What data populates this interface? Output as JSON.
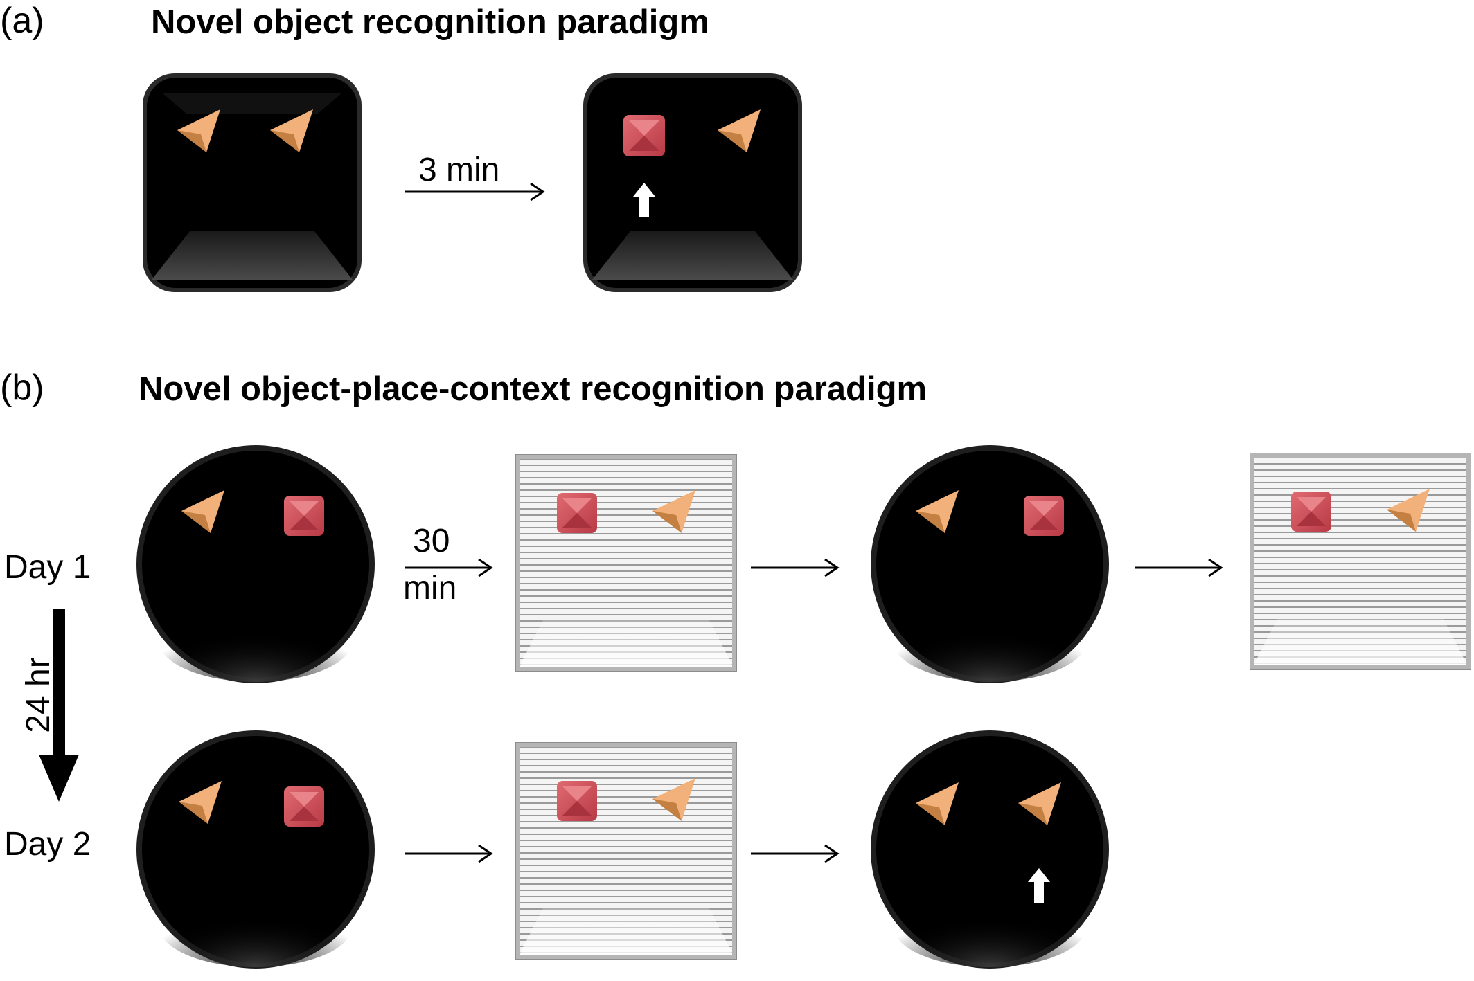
{
  "panel_a": {
    "label": "(a)",
    "title": "Novel object recognition paradigm",
    "interval_label": "3 min"
  },
  "panel_b": {
    "label": "(b)",
    "title": "Novel object-place-context recognition paradigm",
    "interval_label_line1": "30",
    "interval_label_line2": "min",
    "day1_label": "Day 1",
    "day2_label": "Day 2",
    "delay_label": "24 hr"
  },
  "colors": {
    "arena_dark": "#050505",
    "arena_light": "#e6e6e6",
    "object_cone": "#f0a866",
    "object_cube": "#d4525c",
    "marker_arrow": "#ffffff"
  },
  "icons": {
    "cone_object": "orange-pyramid-icon",
    "cube_object": "red-cube-icon",
    "novelty_marker": "white-up-arrow-icon"
  }
}
